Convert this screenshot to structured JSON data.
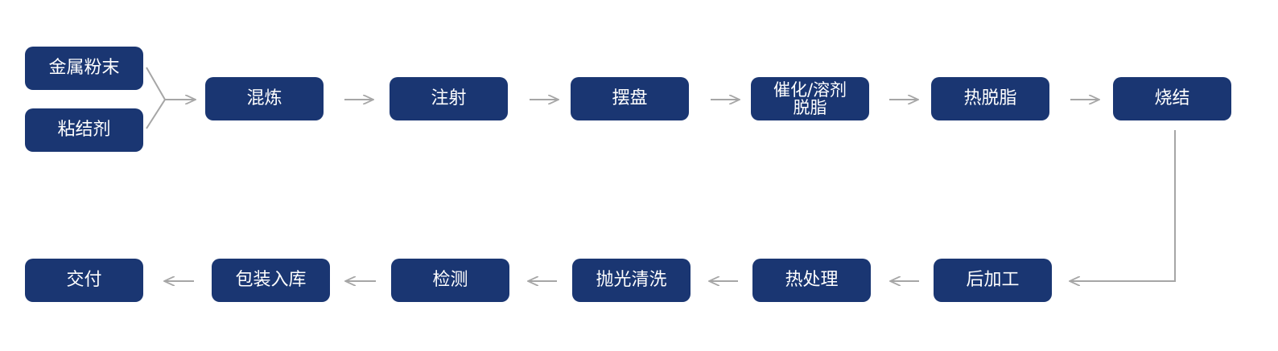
{
  "colors": {
    "node_fill": "#1a3672",
    "node_text": "#ffffff",
    "connector": "#a6a6a6",
    "background": "#ffffff"
  },
  "nodes": {
    "metal_powder": "金属粉末",
    "binder": "粘结剂",
    "mixing": "混炼",
    "injection": "注射",
    "tray_loading": "摆盘",
    "catalytic_debinding": "催化/溶剂\n脱脂",
    "thermal_debinding": "热脱脂",
    "sintering": "烧结",
    "post_processing": "后加工",
    "heat_treatment": "热处理",
    "polishing_cleaning": "抛光清洗",
    "inspection": "检测",
    "packaging_storage": "包装入库",
    "delivery": "交付"
  }
}
